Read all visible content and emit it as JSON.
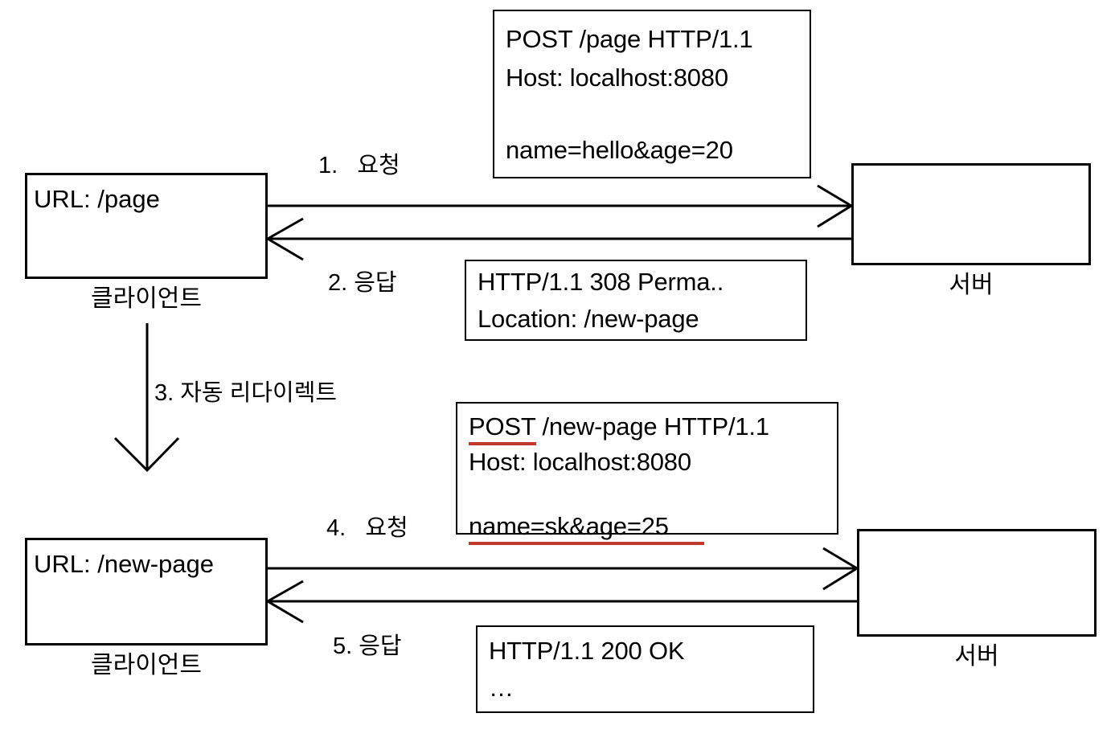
{
  "diagram": {
    "title": "HTTP 308 Permanent Redirect flow",
    "accent_red": "#c0392b",
    "line_color": "#000000"
  },
  "nodes": {
    "client_top": {
      "url_text": "URL: /page",
      "label": "클라이언트"
    },
    "client_bottom": {
      "url_text": "URL: /new-page",
      "label": "클라이언트"
    },
    "server_top": {
      "label": "서버"
    },
    "server_bottom": {
      "label": "서버"
    }
  },
  "arrows": {
    "step1": "1.   요청",
    "step2": "2. 응답",
    "step3": "3. 자동 리다이렉트",
    "step4": "4.   요청",
    "step5": "5. 응답"
  },
  "messages": {
    "request_1": {
      "line1": "POST /page HTTP/1.1",
      "line2": "Host: localhost:8080",
      "line3": "",
      "line4": "name=hello&age=20"
    },
    "response_1": {
      "line1": "HTTP/1.1 308 Perma..",
      "line2": "Location: /new-page"
    },
    "request_2": {
      "line1_highlight": "POST",
      "line1_rest": " /new-page HTTP/1.1",
      "line2": "Host: localhost:8080",
      "line3": "",
      "line4_highlight": "name=sk&age=25"
    },
    "response_2": {
      "line1": "HTTP/1.1 200 OK",
      "line2": "…"
    }
  }
}
